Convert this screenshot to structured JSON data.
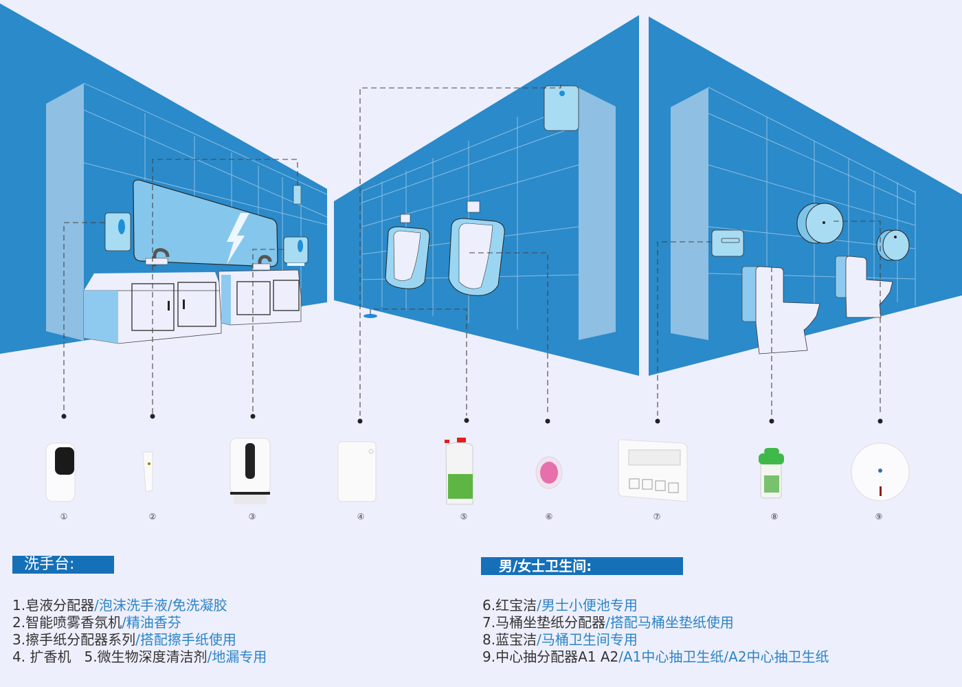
{
  "colors": {
    "background": "#eeeffc",
    "wall": "#2b8ac9",
    "wall_light": "#8fbfe2",
    "fixture_fill": "#a8dcf3",
    "header_bg": "#1570b8",
    "text_dark": "#333333",
    "text_blue": "#2b84c6",
    "dash": "#444444"
  },
  "scenes": [
    {
      "name": "washbasin-area",
      "fixtures": [
        "soap-dispenser",
        "mirror",
        "faucet",
        "faucet",
        "paper-towel-dispenser",
        "aroma-diffuser",
        "vanity-cabinet"
      ]
    },
    {
      "name": "urinal-area",
      "fixtures": [
        "urinal",
        "urinal",
        "aroma-machine",
        "floor-drain"
      ]
    },
    {
      "name": "toilet-area",
      "fixtures": [
        "seat-cover-dispenser",
        "jumbo-roll-dispenser",
        "jumbo-roll-dispenser",
        "toilet",
        "toilet"
      ]
    }
  ],
  "products": [
    {
      "number": "①",
      "name": "soap-dispenser"
    },
    {
      "number": "②",
      "name": "smart-spray-fragrance"
    },
    {
      "number": "③",
      "name": "hand-towel-dispenser"
    },
    {
      "number": "④",
      "name": "aroma-diffuser"
    },
    {
      "number": "⑤",
      "name": "microbial-cleaner-bottle"
    },
    {
      "number": "⑥",
      "name": "red-urinal-cake"
    },
    {
      "number": "⑦",
      "name": "seat-cover-dispenser"
    },
    {
      "number": "⑧",
      "name": "blue-toilet-block"
    },
    {
      "number": "⑨",
      "name": "center-pull-dispenser"
    }
  ],
  "sections": [
    {
      "title": "洗手台:",
      "lines": [
        {
          "dark": "1.皂液分配器",
          "blue": "/泡沫洗手液/免洗凝胶"
        },
        {
          "dark": "2.智能喷雾香氛机",
          "blue": "/精油香芬"
        },
        {
          "dark": "3.擦手纸分配器系列",
          "blue": "/搭配擦手纸使用"
        },
        {
          "dark": "4. 扩香机   5.微生物深度清洁剂",
          "blue": "/地漏专用"
        }
      ]
    },
    {
      "title": "男/女士卫生间:",
      "lines": [
        {
          "dark": "6.红宝洁",
          "blue": "/男士小便池专用"
        },
        {
          "dark": "7.马桶坐垫纸分配器",
          "blue": "/搭配马桶坐垫纸使用"
        },
        {
          "dark": "8.蓝宝洁",
          "blue": "/马桶卫生间专用"
        },
        {
          "dark": "9.中心抽分配器A1 A2",
          "blue": "/A1中心抽卫生纸/A2中心抽卫生纸"
        }
      ]
    }
  ]
}
